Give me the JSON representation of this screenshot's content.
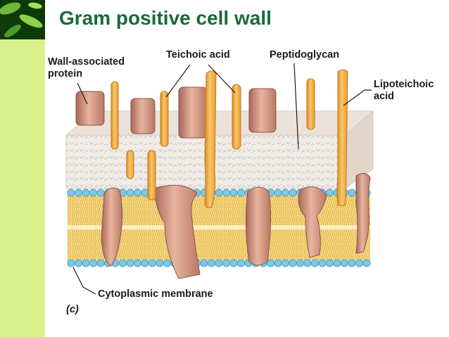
{
  "title": "Gram positive cell wall",
  "labels": {
    "wall_associated_protein": "Wall-associated\nprotein",
    "teichoic_acid": "Teichoic acid",
    "peptidoglycan": "Peptidoglycan",
    "lipoteichoic_acid": "Lipoteichoic\nacid",
    "cytoplasmic_membrane": "Cytoplasmic membrane",
    "panel": "(c)"
  },
  "colors": {
    "title": "#1a6a3a",
    "left_band": "#d9f08c",
    "peptidoglycan": "#f3ece4",
    "teichoic": "#f2a63a",
    "protein": "#c98a72",
    "lipid_head": "#6fc3e0",
    "lipid_tail": "#efc95a"
  }
}
